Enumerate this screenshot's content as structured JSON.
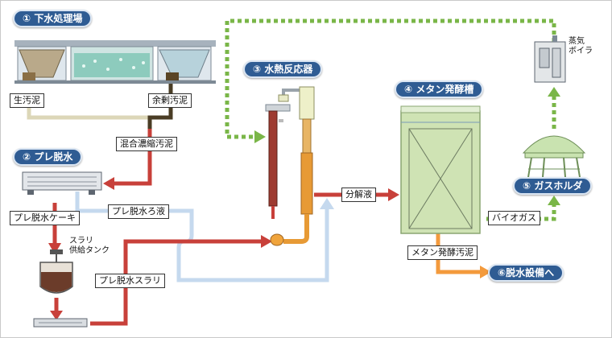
{
  "stages": {
    "s1": "① 下水処理場",
    "s2": "② プレ脱水",
    "s3": "③ 水熱反応器",
    "s4": "④ メタン発酵槽",
    "s5": "⑤ ガスホルダ",
    "s6": "⑥脱水設備へ"
  },
  "labels": {
    "raw_sludge": "生汚泥",
    "excess_sludge": "余剰汚泥",
    "mixed_sludge": "混合濃縮汚泥",
    "pre_filtrate": "プレ脱水ろ液",
    "pre_cake": "プレ脱水ケーキ",
    "slurry_tank": "スラリ\n供給タンク",
    "pre_slurry": "プレ脱水スラリ",
    "digest_liquid": "分解液",
    "biogas": "バイオガス",
    "digested_sludge": "メタン発酵汚泥",
    "boiler": "蒸気\nボイラ"
  },
  "colors": {
    "pill": "#2f5c93",
    "sludge_red": "#c8403a",
    "filtrate_blue": "#c5d9ee",
    "steam_green": "#7ab648",
    "digested_orange": "#f39a3c",
    "raw_beige": "#dcd7b8",
    "excess_dark": "#4a3d25",
    "tank_green": "#cfe3b4"
  }
}
